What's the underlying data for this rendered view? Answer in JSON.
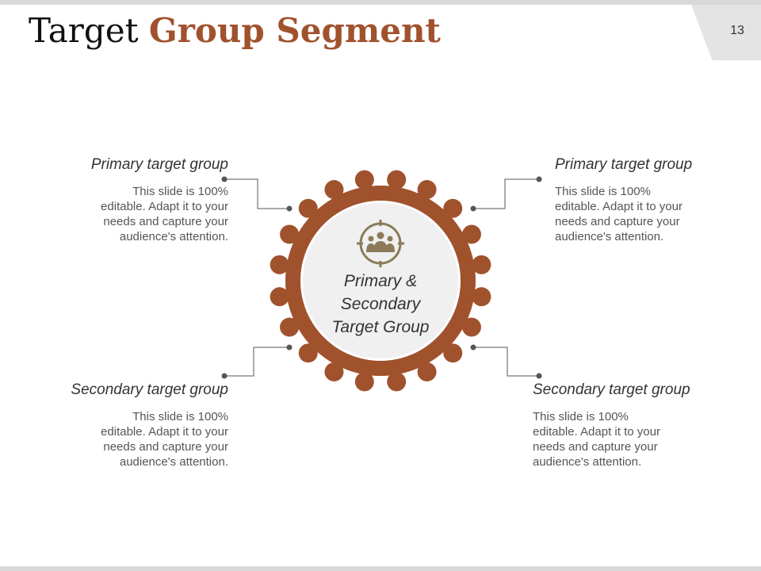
{
  "slide": {
    "page_number": "13"
  },
  "title": {
    "part1": "Target",
    "part2": "Group Segment"
  },
  "center": {
    "lines": [
      "Primary &",
      "Secondary",
      "Target Group"
    ],
    "icon": "target-group-icon"
  },
  "blocks": [
    {
      "heading": "Primary target group",
      "body": "This slide is 100% editable. Adapt it to your needs and capture your audience's attention."
    },
    {
      "heading": "Primary target group",
      "body": "This slide is 100% editable. Adapt it to your needs and capture your audience's attention."
    },
    {
      "heading": "Secondary target group",
      "body": "This slide is 100% editable. Adapt it to your needs and capture your audience's attention."
    },
    {
      "heading": "Secondary target group",
      "body": "This slide is 100% editable. Adapt it to your needs and capture your audience's attention."
    }
  ],
  "colors": {
    "gear": "#a0522d",
    "accent": "#a0522d",
    "icon": "#8b7b5a",
    "connector": "#555555"
  }
}
